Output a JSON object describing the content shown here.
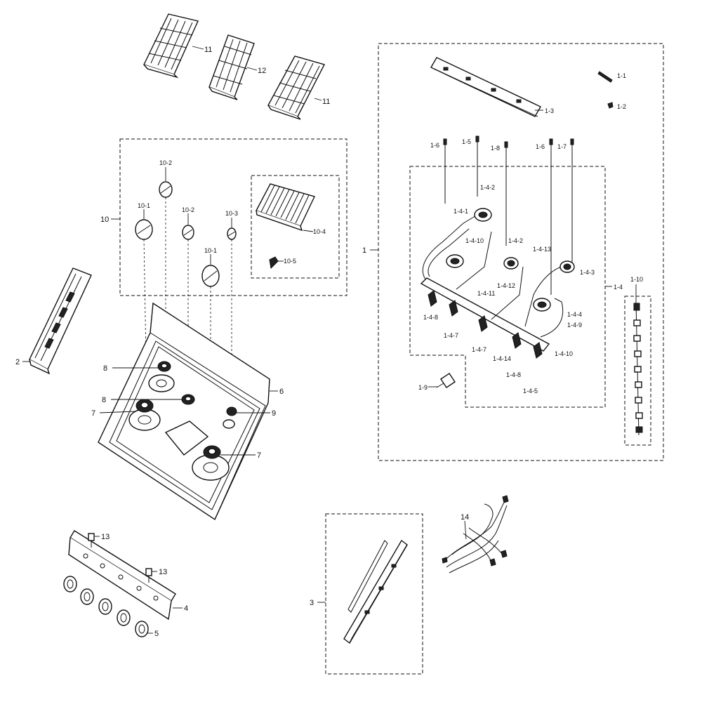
{
  "diagram": {
    "labels": {
      "grate_left": "11",
      "grate_center": "12",
      "grate_right": "11",
      "group_top": "10",
      "cap_a": "10-1",
      "cap_b": "10-2",
      "cap_c": "10-2",
      "cap_d": "10-3",
      "cap_e": "10-1",
      "griddle": "10-4",
      "clip": "10-5",
      "panel": "2",
      "cooktop": "6",
      "burner_8a": "8",
      "burner_8b": "8",
      "burner_7a": "7",
      "burner_7b": "7",
      "burner_9": "9",
      "group_manifold": "1",
      "bracket_13": "1-3",
      "screw_11": "1-1",
      "screw_12": "1-2",
      "screw_16a": "1-6",
      "screw_15": "1-5",
      "screw_18": "1-8",
      "screw_16b": "1-6",
      "screw_17": "1-7",
      "v141": "1-4-1",
      "v142a": "1-4-2",
      "v1410": "1-4-10",
      "v142b": "1-4-2",
      "v1413": "1-4-13",
      "v143": "1-4-3",
      "v1411": "1-4-11",
      "v1412": "1-4-12",
      "v144": "1-4-4",
      "v149": "1-4-9",
      "v148a": "1-4-8",
      "v147a": "1-4-7",
      "v147b": "1-4-7",
      "v1414": "1-4-14",
      "v148b": "1-4-8",
      "v1410b": "1-4-10",
      "v145": "1-4-5",
      "group_14": "1-4",
      "switch_110": "1-10",
      "valve_19": "1-9",
      "bar_3": "3",
      "harness": "14",
      "knob_clip_a": "13",
      "knob_clip_b": "13",
      "control_panel": "4",
      "knobs": "5"
    }
  }
}
